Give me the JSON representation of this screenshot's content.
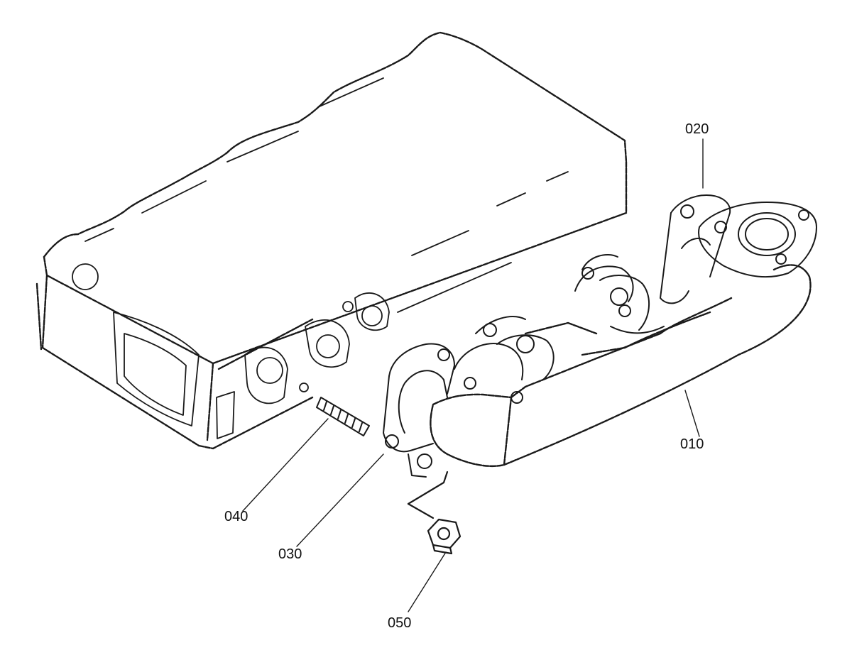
{
  "callouts": {
    "p010": "010",
    "p020": "020",
    "p030": "030",
    "p040": "040",
    "p050": "050"
  },
  "colors": {
    "ink": "#1a1a1a",
    "paper": "#ffffff"
  }
}
